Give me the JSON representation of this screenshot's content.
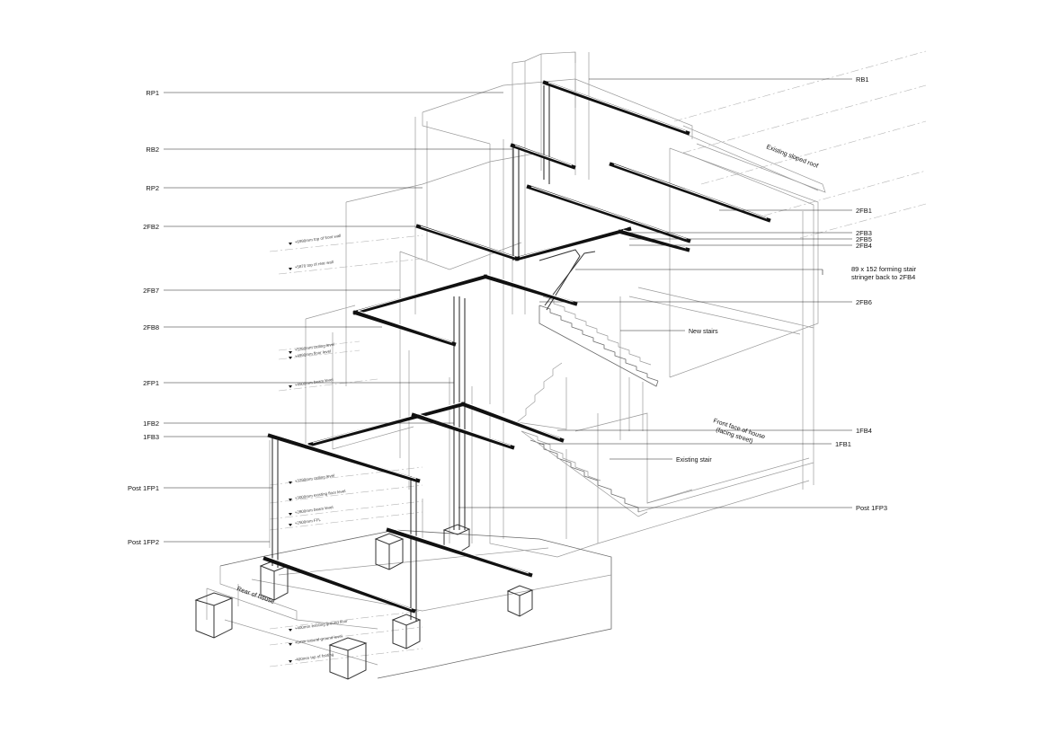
{
  "labels_left": [
    {
      "id": "rp1",
      "text": "RP1"
    },
    {
      "id": "rb2",
      "text": "RB2"
    },
    {
      "id": "rp2",
      "text": "RP2"
    },
    {
      "id": "2fb2",
      "text": "2FB2"
    },
    {
      "id": "2fb7",
      "text": "2FB7"
    },
    {
      "id": "2fb8",
      "text": "2FB8"
    },
    {
      "id": "2fp1",
      "text": "2FP1"
    },
    {
      "id": "1fb2",
      "text": "1FB2"
    },
    {
      "id": "1fb3",
      "text": "1FB3"
    },
    {
      "id": "post-1fp1",
      "text": "Post 1FP1"
    },
    {
      "id": "post-1fp2",
      "text": "Post 1FP2"
    }
  ],
  "labels_right": [
    {
      "id": "rb1",
      "text": "RB1"
    },
    {
      "id": "2fb1",
      "text": "2FB1"
    },
    {
      "id": "2fb3",
      "text": "2FB3"
    },
    {
      "id": "2fb5",
      "text": "2FB5"
    },
    {
      "id": "2fb4",
      "text": "2FB4"
    },
    {
      "id": "stringer-line1",
      "text": "89 x 152 forming stair"
    },
    {
      "id": "stringer-line2",
      "text": "stringer back to 2FB4"
    },
    {
      "id": "2fb6",
      "text": "2FB6"
    },
    {
      "id": "1fb4",
      "text": "1FB4"
    },
    {
      "id": "1fb1",
      "text": "1FB1"
    },
    {
      "id": "post-1fp3",
      "text": "Post 1FP3"
    }
  ],
  "annotations": {
    "new_stairs": "New stairs",
    "existing_stair": "Existing stair",
    "existing_sloped_roof": "Existing sloped roof",
    "front_face_line1": "Front face of house",
    "front_face_line2": "(facing street)",
    "rear_of_house": "Rear of house"
  },
  "level_notes": {
    "upper": [
      "+6990mm top of front wall",
      "+5870 top of rear wall"
    ],
    "middle": [
      "+5280mm ceiling level",
      "+4990mm floor level",
      "+4500mm beam level"
    ],
    "lower": [
      "+3290mm ceiling level",
      "+3000mm existing floor level",
      "+2800mm beam level",
      "+2500mm FFL"
    ],
    "ground": [
      "+400mm existing ground floor",
      "+0mm natural ground level",
      "-400mm top of footing"
    ]
  }
}
